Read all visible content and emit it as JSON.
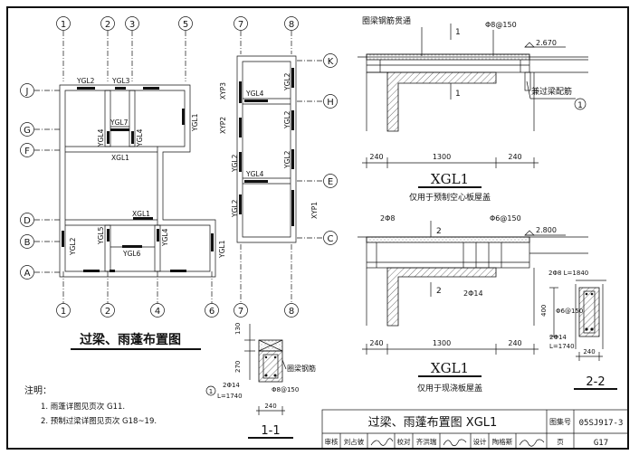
{
  "plan_left": {
    "title": "过梁、雨蓬布置图",
    "axes_top": [
      "1",
      "2",
      "3",
      "5"
    ],
    "axes_bottom": [
      "1",
      "2",
      "4",
      "6"
    ],
    "axes_side": [
      "J",
      "G",
      "F",
      "D",
      "B",
      "A"
    ],
    "labels": {
      "ygl2_top": "YGL2",
      "ygl3": "YGL3",
      "ygl7": "YGL7",
      "ygl4_a": "YGL4",
      "ygl4_b": "YGL4",
      "ygl1_right": "YGL1",
      "xgl1": "XGL1",
      "xgl1_b": "XGL1",
      "ygl5": "YGL5",
      "ygl2_left": "YGL2",
      "ygl6": "YGL6",
      "ygl4_c": "YGL4",
      "ygl1_b": "YGL1"
    }
  },
  "plan_right": {
    "axes_top": [
      "7",
      "8"
    ],
    "axes_bottom": [
      "7",
      "8"
    ],
    "axes_side": [
      "K",
      "H",
      "E",
      "C"
    ],
    "labels": {
      "xyp3": "XYP3",
      "ygl4_a": "YGL4",
      "ygl2_a": "YGL2",
      "xyp2": "XYP2",
      "ygl2_b": "YGL2",
      "ygl2_c": "YGL2",
      "ygl2_d": "YGL2",
      "ygl4_b": "YGL4",
      "ygl2_e": "YGL2",
      "xyp1": "XYP1"
    }
  },
  "xgl1_top": {
    "label_a": "圈梁钢筋贯通",
    "rebar": "Φ8@150",
    "section_mark": "1",
    "level": "2.670",
    "label_b": "兼过梁配筋",
    "callout": "1",
    "dims": [
      "240",
      "1300",
      "240"
    ],
    "title": "XGL1",
    "note": "仅用于预制空心板屋盖"
  },
  "xgl1_bottom": {
    "bar_top": "2Φ8",
    "rebar": "Φ6@150",
    "section_mark": "2",
    "level": "2.800",
    "bar_bottom": "2Φ14",
    "dims": [
      "240",
      "1300",
      "240"
    ],
    "title": "XGL1",
    "note": "仅用于现浇板屋盖"
  },
  "section_1": {
    "dim_top": "130",
    "dim_mid": "270",
    "label": "圈梁钢筋",
    "bar": "2Φ14",
    "bar_len": "L=1740",
    "stirrup": "Φ8@150",
    "callout": "1",
    "dim_bottom": "240",
    "title": "1-1"
  },
  "section_2": {
    "bar_top": "2Φ8  L=1840",
    "dim_side": "400",
    "stirrup": "Φ6@150",
    "bar": "2Φ14",
    "bar_len": "L=1740",
    "dim_bottom": "240",
    "title": "2-2"
  },
  "notes": {
    "heading": "注明：",
    "items": [
      "1. 雨蓬详图见页次 G11.",
      "2. 预制过梁详图见页次 G18~19."
    ]
  },
  "title_block": {
    "title": "过梁、雨蓬布置图  XGL1",
    "atlas_label": "图集号",
    "atlas_no": "05SJ917-3",
    "row": [
      "审核",
      "刘占彼",
      "",
      "校对",
      "齐洪瑞",
      "",
      "设计",
      "陶格斯",
      "",
      "页"
    ],
    "page": "G17"
  }
}
